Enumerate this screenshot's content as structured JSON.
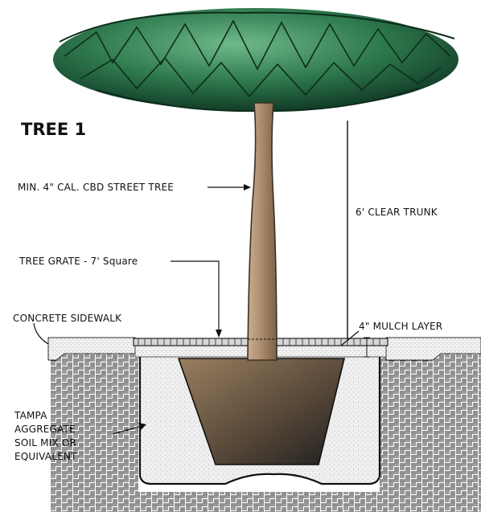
{
  "title": "TREE 1",
  "labels": {
    "street_tree": "MIN. 4\" CAL. CBD STREET TREE",
    "clear_trunk": "6' CLEAR TRUNK",
    "tree_grate": "TREE GRATE - 7' Square",
    "sidewalk": "CONCRETE SIDEWALK",
    "mulch": "4\" MULCH LAYER",
    "soil_line1": "TAMPA",
    "soil_line2": "AGGREGATE",
    "soil_line3": "SOIL MIX OR",
    "soil_line4": "EQUIVALENT"
  },
  "colors": {
    "canopy_dark": "#1e5a38",
    "canopy_light": "#5fa87a",
    "trunk": "#a9896a",
    "rootball_dark": "#2b2b2b",
    "rootball_light": "#8a7054",
    "soil": "#eeeeee",
    "grate": "#777777"
  }
}
